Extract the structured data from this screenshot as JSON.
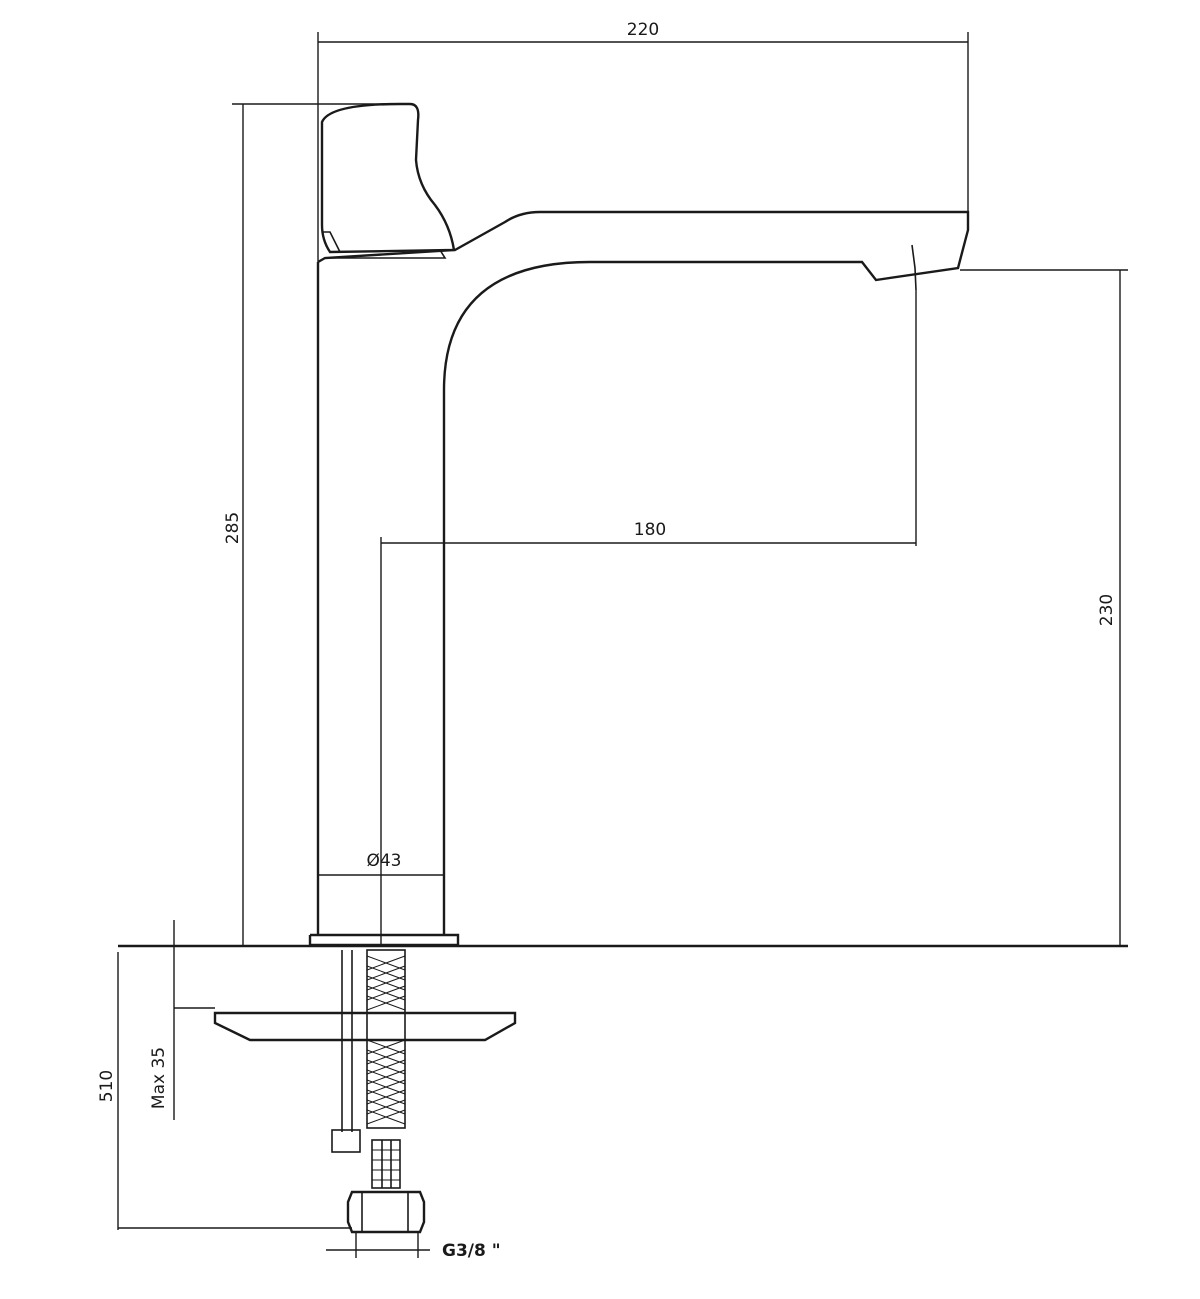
{
  "drawing": {
    "dimensions": {
      "overall_length": "220",
      "total_height": "285",
      "spout_reach": "180",
      "spout_height": "230",
      "body_diameter": "Ø43",
      "below_counter": "510",
      "max_counter_thickness": "Max 35",
      "connection_thread": "G3/8 \""
    }
  }
}
